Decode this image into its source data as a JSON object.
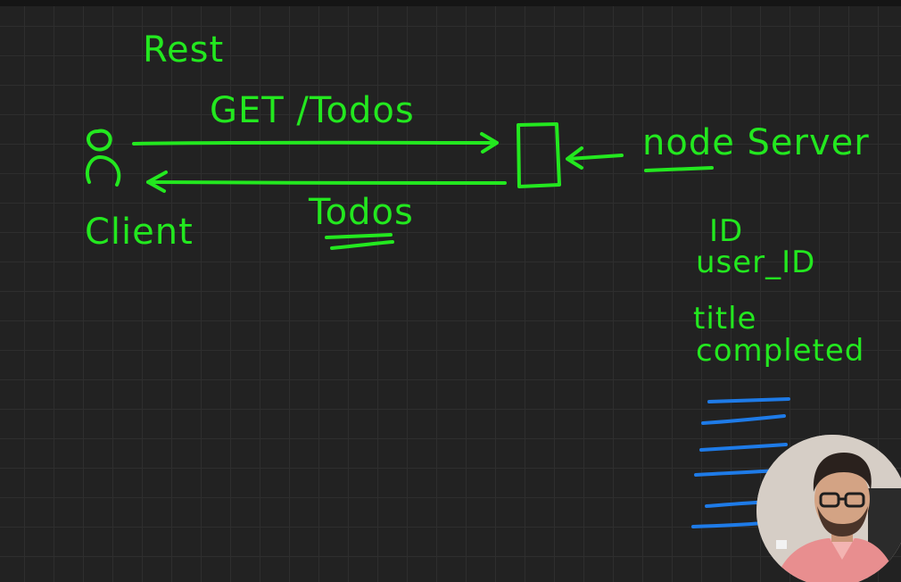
{
  "diagram": {
    "title": "Rest",
    "request_label": "GET /Todos",
    "response_label": "Todos",
    "client_label": "Client",
    "server_label": "node Server",
    "fields": [
      "ID",
      "user_ID",
      "title",
      "completed"
    ],
    "ink_color": "#23e81f",
    "list_ink_color": "#1e7be8"
  },
  "webcam": {
    "description_icon": "presenter-webcam-icon"
  }
}
